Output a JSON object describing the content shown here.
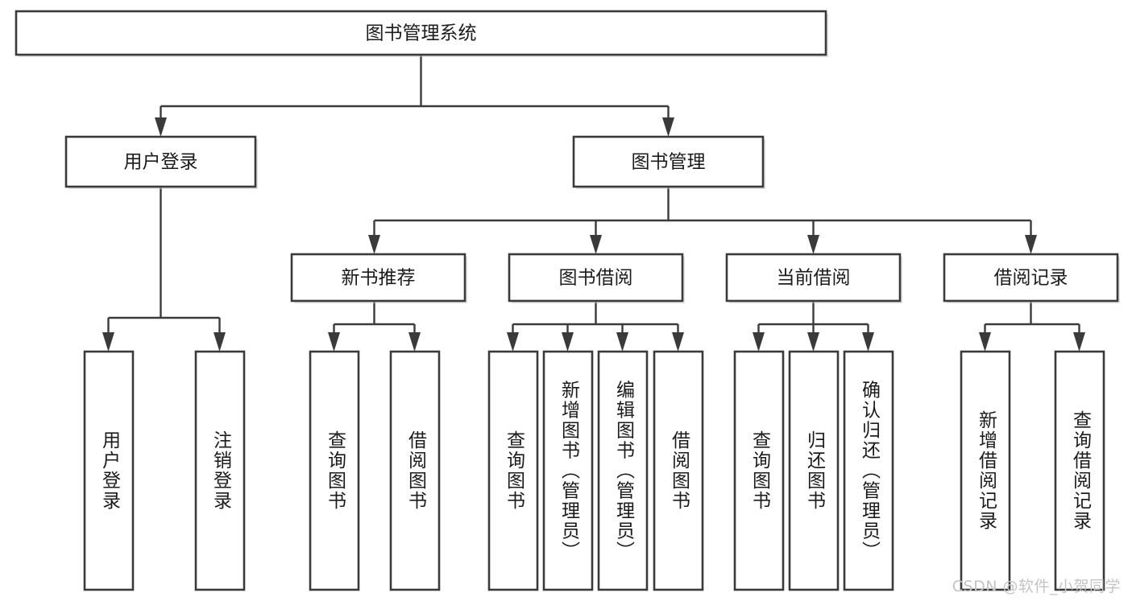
{
  "diagram": {
    "type": "tree-hierarchy",
    "title": "图书管理系统",
    "orientation": "top-down",
    "colors": {
      "stroke": "#3a3a3a",
      "box_fill": "#ffffff",
      "text": "#1b1b1b",
      "background": "#ffffff",
      "watermark": "#c4c4c4"
    },
    "levels": {
      "root": {
        "label": "图书管理系统"
      },
      "level2": [
        {
          "id": "user-login",
          "label": "用户登录"
        },
        {
          "id": "book-manage",
          "label": "图书管理"
        }
      ],
      "level3": [
        {
          "id": "new-book-recommend",
          "label": "新书推荐"
        },
        {
          "id": "book-borrow",
          "label": "图书借阅"
        },
        {
          "id": "current-borrow",
          "label": "当前借阅"
        },
        {
          "id": "borrow-record",
          "label": "借阅记录"
        }
      ],
      "leaves": {
        "user-login": [
          {
            "id": "leaf-user-login",
            "label": "用户登录"
          },
          {
            "id": "leaf-logout-login",
            "label": "注销登录"
          }
        ],
        "new-book-recommend": [
          {
            "id": "leaf-query-book-1",
            "label": "查询图书"
          },
          {
            "id": "leaf-borrow-book-1",
            "label": "借阅图书"
          }
        ],
        "book-borrow": [
          {
            "id": "leaf-query-book-2",
            "label": "查询图书"
          },
          {
            "id": "leaf-add-book",
            "label": "新增图书（管理员）"
          },
          {
            "id": "leaf-edit-book",
            "label": "编辑图书（管理员）"
          },
          {
            "id": "leaf-borrow-book-2",
            "label": "借阅图书"
          }
        ],
        "current-borrow": [
          {
            "id": "leaf-query-book-3",
            "label": "查询图书"
          },
          {
            "id": "leaf-return-book",
            "label": "归还图书"
          },
          {
            "id": "leaf-confirm-return",
            "label": "确认归还（管理员）"
          }
        ],
        "borrow-record": [
          {
            "id": "leaf-add-record",
            "label": "新增借阅记录"
          },
          {
            "id": "leaf-query-record",
            "label": "查询借阅记录"
          }
        ]
      }
    }
  },
  "watermark": {
    "text": "CSDN @软件_小贺同学"
  }
}
